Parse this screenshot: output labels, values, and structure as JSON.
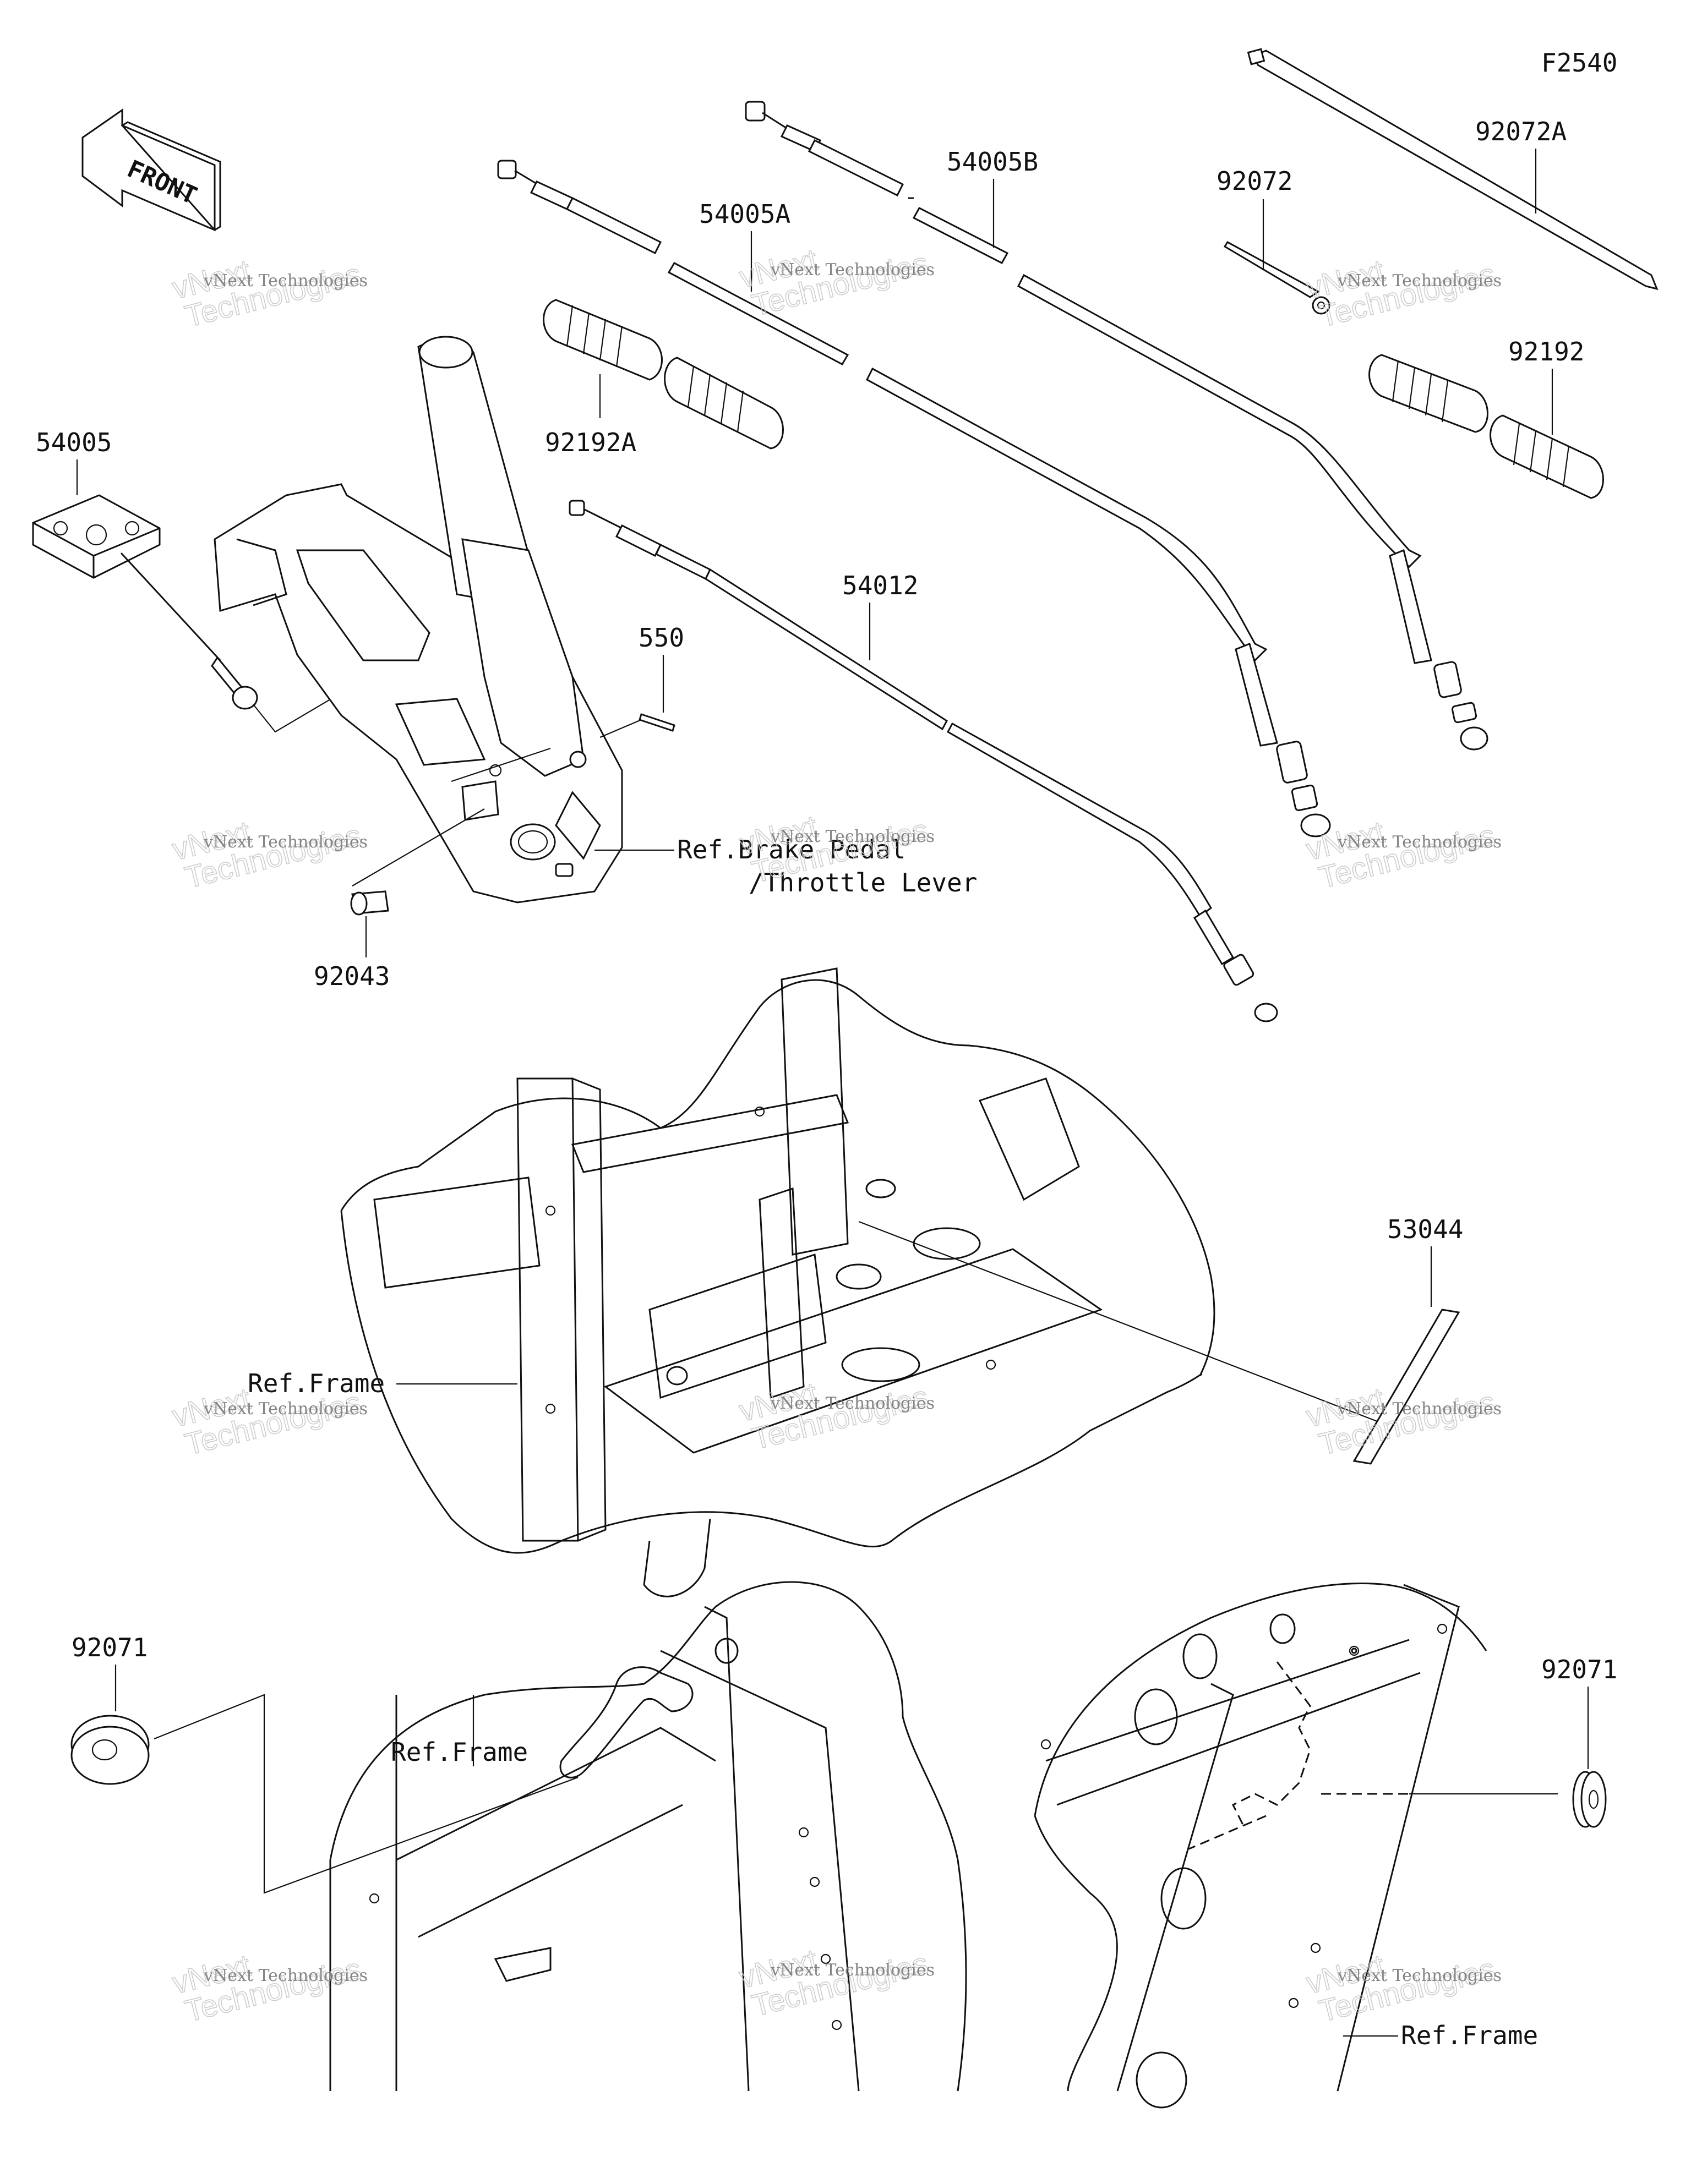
{
  "diagram_code": "F2540",
  "front_arrow_text": "FRONT",
  "parts": {
    "p54005": "54005",
    "p54005A": "54005A",
    "p54005B": "54005B",
    "p92072": "92072",
    "p92072A": "92072A",
    "p92192": "92192",
    "p92192A": "92192A",
    "p54012": "54012",
    "p550": "550",
    "p92043": "92043",
    "p53044": "53044",
    "p92071_left": "92071",
    "p92071_right": "92071"
  },
  "refs": {
    "brake_pedal_line1": "Ref.Brake Pedal",
    "brake_pedal_line2": "/Throttle Lever",
    "frame_mid": "Ref.Frame",
    "frame_bottom_left": "Ref.Frame",
    "frame_bottom_right": "Ref.Frame"
  },
  "watermark": {
    "line1": "vNext Technologies",
    "line2": "vNext",
    "line3": "Technologies"
  }
}
